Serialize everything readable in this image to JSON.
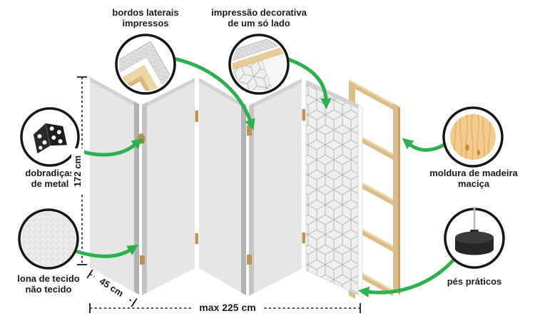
{
  "callouts": {
    "printed_edges": {
      "line1": "bordos laterais",
      "line2": "impressos"
    },
    "decor_print": {
      "line1": "impressão decorativa",
      "line2": "de um só lado"
    },
    "hinges": {
      "line1": "dobradiças",
      "line2": "de metal"
    },
    "canvas": {
      "line1": "lona de tecido",
      "line2": "não tecido"
    },
    "wood_frame": {
      "line1": "moldura de madeira",
      "line2": "maciça"
    },
    "feet": {
      "line1": "pés práticos"
    }
  },
  "dimensions": {
    "height": "172 cm",
    "panel_width": "45 cm",
    "max_total_width": "max 225 cm"
  },
  "icons": {
    "corner_edge_icon": "printed-corner-detail",
    "top_edge_print_icon": "decorative-print-edge-detail",
    "hinge_icon": "metal-hinge",
    "fabric_texture_icon": "non-woven-canvas-texture",
    "wood_texture_icon": "solid-wood-texture",
    "foot_icon": "practical-foot"
  },
  "colors": {
    "accent_green": "#2eb050",
    "wood": "#dcbc88",
    "panel_gray": "#e6e6e6",
    "outline_black": "#1a1a1a"
  }
}
